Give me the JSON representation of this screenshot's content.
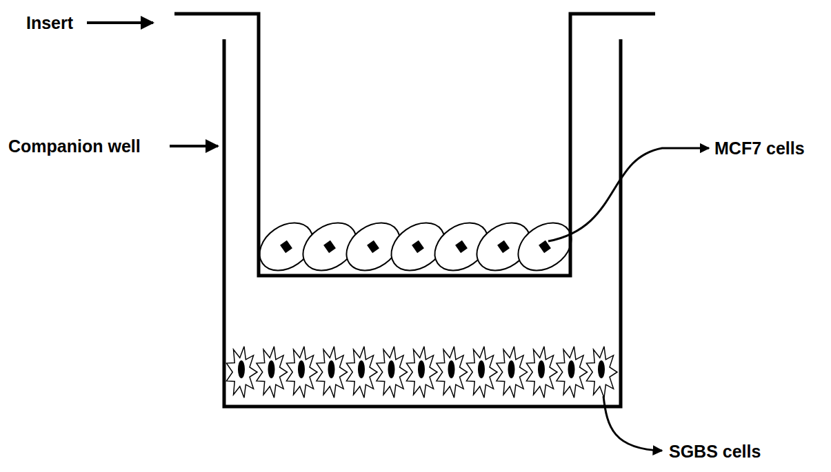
{
  "diagram": {
    "labels": [
      "Insert",
      "Companion well",
      "MCF7 cells",
      "SGBS cells"
    ]
  }
}
